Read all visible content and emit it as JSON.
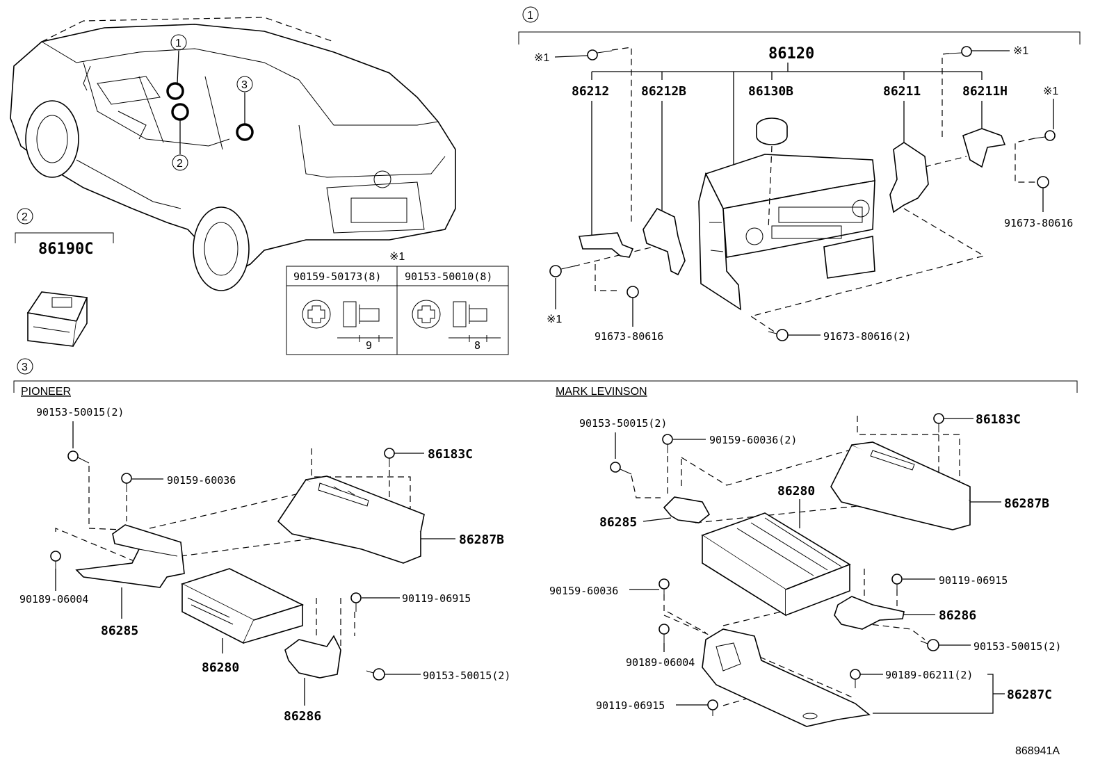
{
  "diagram_code": "868941A",
  "section_markers": {
    "s1": "1",
    "s2": "2",
    "s3": "3"
  },
  "vehicle_markers": [
    "1",
    "2",
    "3"
  ],
  "note_mark": "※1",
  "section1": {
    "assembly": "86120",
    "parts": {
      "p86212": "86212",
      "p86212b": "86212B",
      "p86130b": "86130B",
      "p86211": "86211",
      "p86211h": "86211H",
      "screw_left": "91673-80616",
      "screw_right": "91673-80616",
      "screw_bottom": "91673-80616(2)"
    }
  },
  "section2": {
    "part": "86190C"
  },
  "bolt_table": {
    "header_mark": "※1",
    "col1": "90159-50173(8)",
    "col2": "90153-50010(8)",
    "dim1": "9",
    "dim2": "8"
  },
  "section3": {
    "pioneer": {
      "brand": "PIONEER",
      "parts": {
        "bolt_a": "90153-50015(2)",
        "bolt_b": "90159-60036",
        "p86183c": "86183C",
        "p86287b": "86287B",
        "nut": "90189-06004",
        "p86285": "86285",
        "p86280": "86280",
        "screw": "90119-06915",
        "bolt_c": "90153-50015(2)",
        "p86286": "86286"
      }
    },
    "mark_levinson": {
      "brand": "MARK LEVINSON",
      "parts": {
        "bolt_a": "90153-50015(2)",
        "bolt_b": "90159-60036(2)",
        "p86183c": "86183C",
        "p86280": "86280",
        "p86287b": "86287B",
        "p86285": "86285",
        "bolt_c": "90159-60036",
        "screw_a": "90119-06915",
        "p86286": "86286",
        "bolt_d": "90153-50015(2)",
        "nut": "90189-06004",
        "nut_b": "90189-06211(2)",
        "p86287c": "86287C",
        "screw_b": "90119-06915"
      }
    }
  }
}
